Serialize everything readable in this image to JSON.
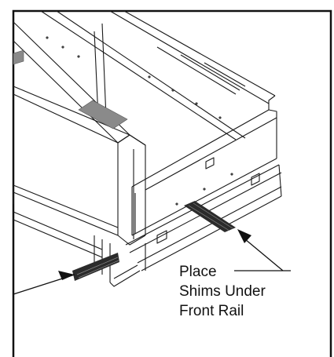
{
  "callout": {
    "lines": [
      "Place",
      "Shims Under",
      "Front Rail"
    ]
  },
  "colors": {
    "line": "#1a1a1a",
    "shim": "#2b2b2b",
    "panel_gray": "#8a8a8a",
    "background": "#ffffff"
  }
}
